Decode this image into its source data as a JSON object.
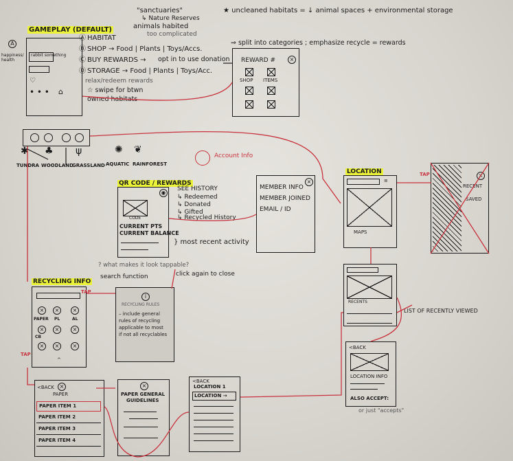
{
  "notes": {
    "sanctuaries": "\"sanctuaries\"",
    "nature_reserves": "↳ Nature Reserves",
    "animals_habited": "animals habited",
    "too_complicated": "too complicated",
    "uncleaned": "★ uncleaned habitats = ↓ animal spaces + environmental storage",
    "split": "⇒ split into categories ; emphasize recycle = rewards",
    "opt_donation": "opt in to use donation",
    "relax_redeem": "relax/redeem rewards",
    "swipe": "☆ swipe for btwn",
    "owned_habitats": "owned habitats",
    "happiness": "happiness/ health",
    "what_makes": "? what makes it look tappable?",
    "search_function": "search function",
    "click_close": "click again to close",
    "list_recent": "LIST OF RECENTLY VIEWED",
    "or_just": "or just \"accepts\"",
    "account_info": "Account Info",
    "most_recent": "} most recent activity",
    "tap": "TAP"
  },
  "gameplay": {
    "title": "GAMEPLAY (DEFAULT)",
    "menu": [
      {
        "key": "Ⓐ",
        "label": "HABITAT"
      },
      {
        "key": "Ⓑ",
        "label": "SHOP → Food | Plants | Toys/Accs."
      },
      {
        "key": "Ⓒ",
        "label": "BUY REWARDS →"
      },
      {
        "key": "Ⓓ",
        "label": "STORAGE → Food | Plants | Toys/Acc."
      }
    ],
    "keys": [
      "A",
      "B",
      "C",
      "D"
    ],
    "rabbit": "rabbit something",
    "dots": "• • •"
  },
  "reward": {
    "title": "REWARD #",
    "shop": "SHOP",
    "items": "ITEMS"
  },
  "habitats": [
    "TUNDRA",
    "WOODLAND",
    "GRASSLAND",
    "AQUATIC",
    "RAINFOREST"
  ],
  "qr": {
    "title": "QR CODE / REWARDS",
    "code": "CODE",
    "current_pts": "CURRENT PTS",
    "current_balance": "CURRENT BALANCE",
    "history": [
      "SEE HISTORY",
      "↳ Redeemed",
      "↳ Donated",
      "↳ Gifted",
      "↳ Recycled History"
    ]
  },
  "member": [
    "MEMBER INFO",
    "MEMBER JOINED",
    "EMAIL / ID"
  ],
  "location": {
    "title": "LOCATION",
    "maps": "MAPS"
  },
  "recent": {
    "recent": "RECENT",
    "saved": "SAVED"
  },
  "recents_box": "RECENTS",
  "recycling": {
    "title": "RECYCLING INFO",
    "labels": [
      "PAPER",
      "PL",
      "AL",
      "CB"
    ],
    "rules_title": "RECYCLING RULES",
    "rules_text": [
      "– include general",
      "rules of recycling",
      "applicable to most",
      "if not all recyclables"
    ]
  },
  "paper": {
    "back": "<BACK",
    "title": "PAPER",
    "items": [
      "PAPER ITEM 1",
      "PAPER ITEM 2",
      "PAPER ITEM 3",
      "PAPER ITEM 4"
    ]
  },
  "guidelines": {
    "title1": "PAPER GENERAL",
    "title2": "GUIDELINES"
  },
  "loclist": {
    "back": "<BACK",
    "items": [
      "LOCATION 1",
      "LOCATION →"
    ]
  },
  "locinfo": {
    "back": "<BACK",
    "info": "LOCATION INFO",
    "accepts": "ALSO ACCEPT:"
  }
}
